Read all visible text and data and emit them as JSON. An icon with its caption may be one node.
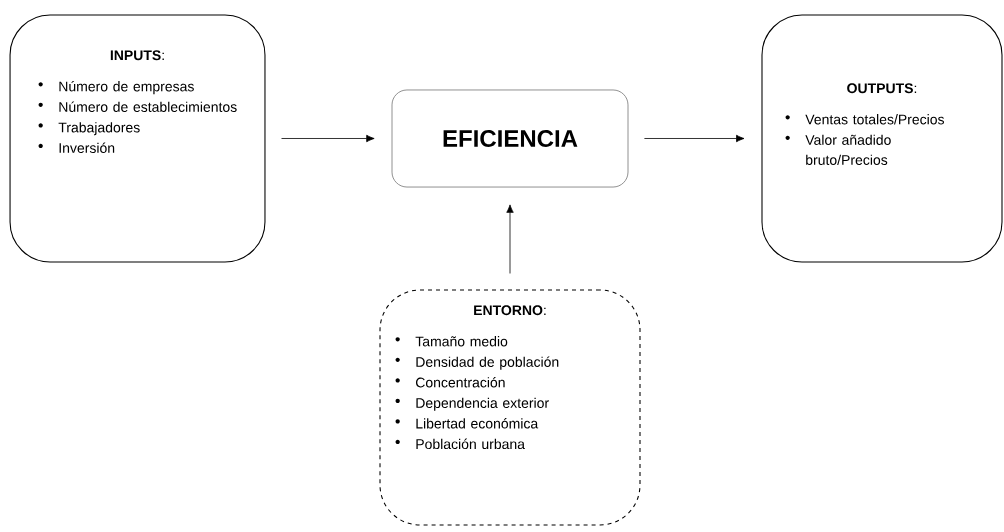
{
  "diagram": {
    "nodes": [
      {
        "text": [
          "**INPUTS**:",
          "Número de empresas",
          "Número de establecimientos",
          "Trabajadores",
          "Inversión"
        ]
      },
      {
        "text": [
          "EFICIENCIA"
        ]
      },
      {
        "text": [
          "**OUTPUTS**:",
          "Ventas totales/Precios",
          "Valor añadido bruto/Precios"
        ]
      },
      {
        "text": [
          "**ENTORNO**:",
          "Tamaño medio",
          "Densidad de población",
          "Concentración",
          "Dependencia exterior",
          "Libertad económica",
          "Población urbana"
        ]
      }
    ],
    "edges": [
      {
        "from": 0,
        "to": 1,
        "arrow": "to"
      },
      {
        "from": 1,
        "to": 2,
        "arrow": "to"
      },
      {
        "from": 3,
        "to": 1,
        "arrow": "to"
      }
    ]
  }
}
